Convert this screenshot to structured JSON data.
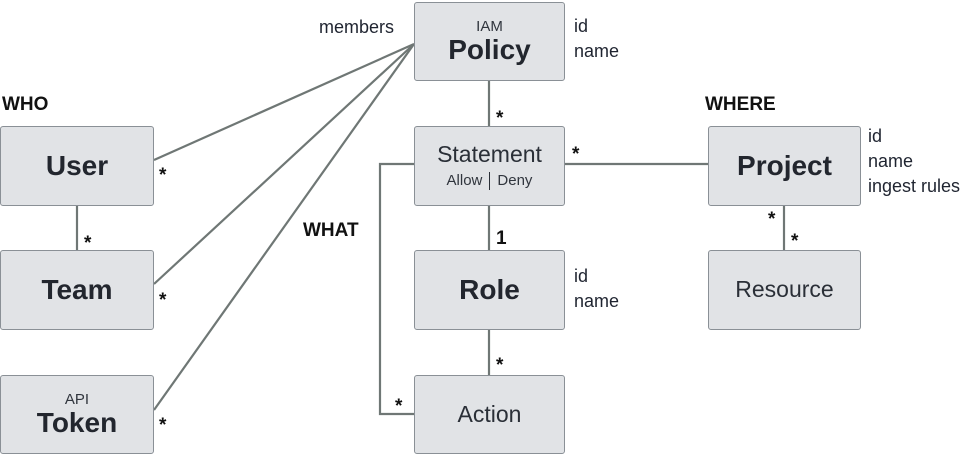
{
  "headings": {
    "who": "WHO",
    "what": "WHAT",
    "where": "WHERE"
  },
  "policy": {
    "tag": "IAM",
    "title": "Policy",
    "members_label": "members",
    "attrs": [
      "id",
      "name"
    ]
  },
  "statement": {
    "title": "Statement",
    "allow": "Allow",
    "deny": "Deny"
  },
  "role": {
    "title": "Role",
    "attrs": [
      "id",
      "name"
    ]
  },
  "action": {
    "title": "Action"
  },
  "project": {
    "title": "Project",
    "attrs": [
      "id",
      "name",
      "ingest rules"
    ]
  },
  "resource": {
    "title": "Resource"
  },
  "user": {
    "title": "User"
  },
  "team": {
    "title": "Team"
  },
  "token": {
    "tag": "API",
    "title": "Token"
  },
  "multiplicity": {
    "user_policy": "*",
    "team_policy": "*",
    "token_policy": "*",
    "user_team": "*",
    "policy_statement": "*",
    "statement_project": "*",
    "statement_role": "1",
    "role_action": "*",
    "statement_action": "*",
    "project_side": "*",
    "resource_side": "*"
  },
  "colors": {
    "box_fill": "#e1e3e6",
    "box_border": "#8a9096",
    "connector": "#6f7775"
  }
}
